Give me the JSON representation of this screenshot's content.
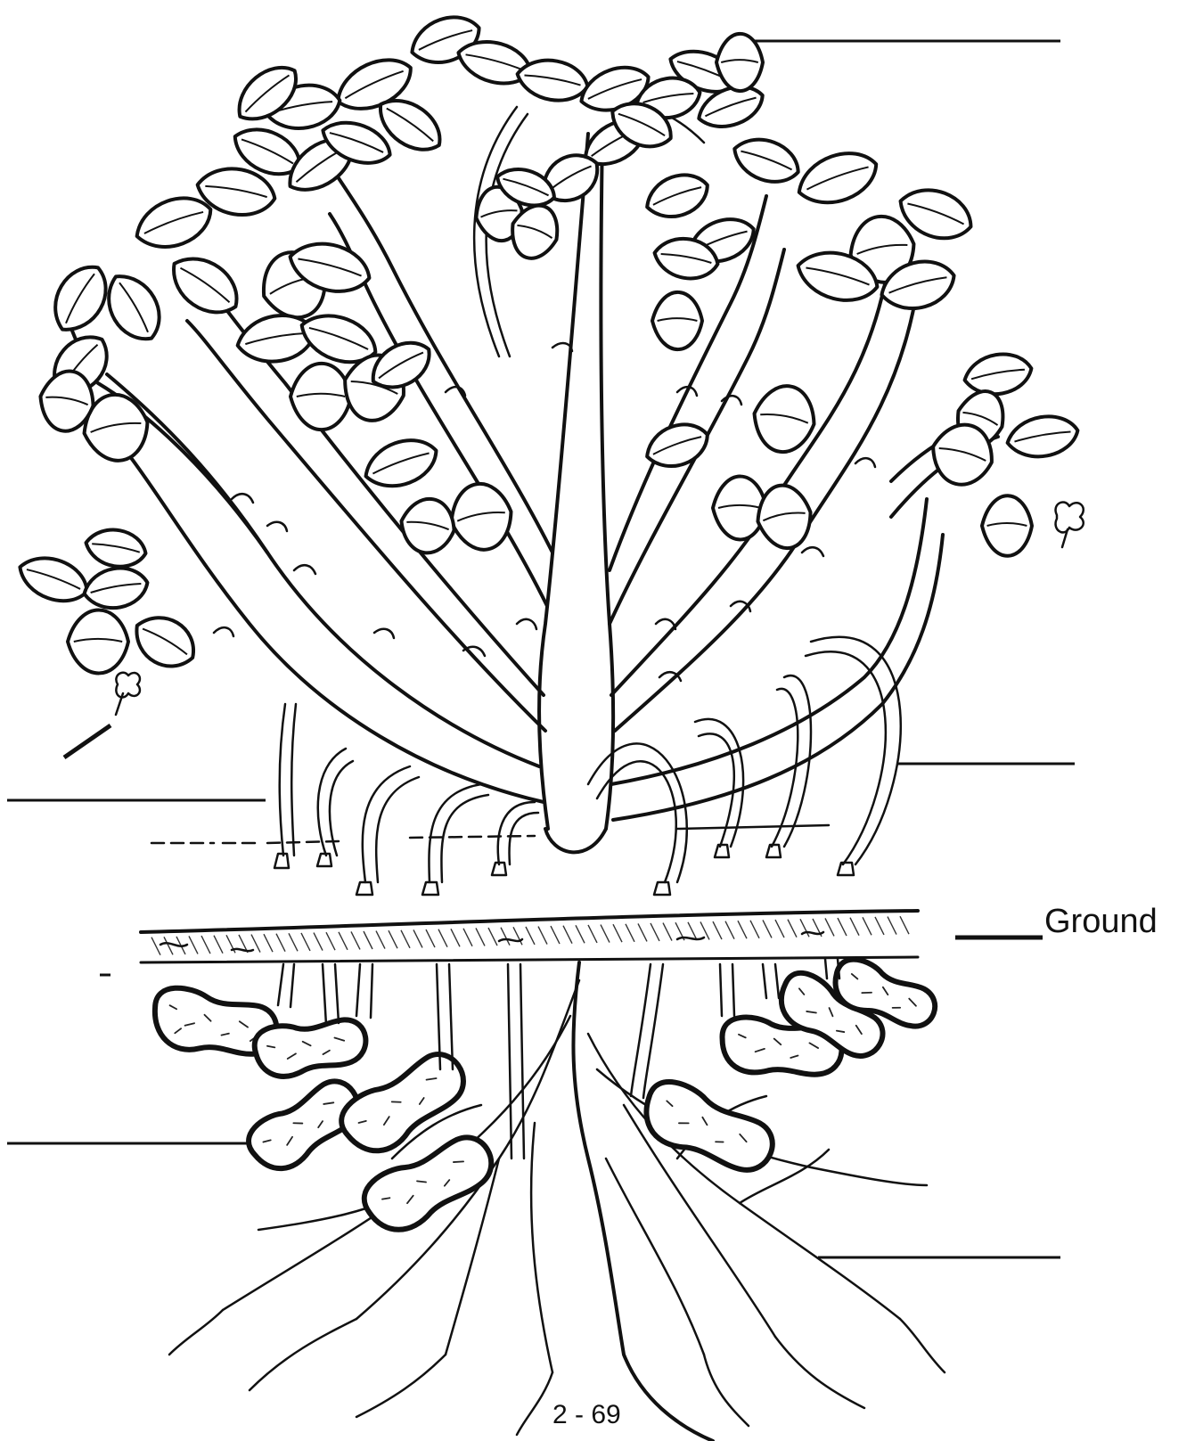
{
  "labels": {
    "ground": "Ground"
  },
  "page_number": "2 - 69",
  "blank_label_lines": [
    "flower",
    "peg",
    "stem",
    "ground-level-left",
    "pod",
    "root"
  ],
  "colors": {
    "ink": "#111111",
    "paper": "#ffffff"
  }
}
